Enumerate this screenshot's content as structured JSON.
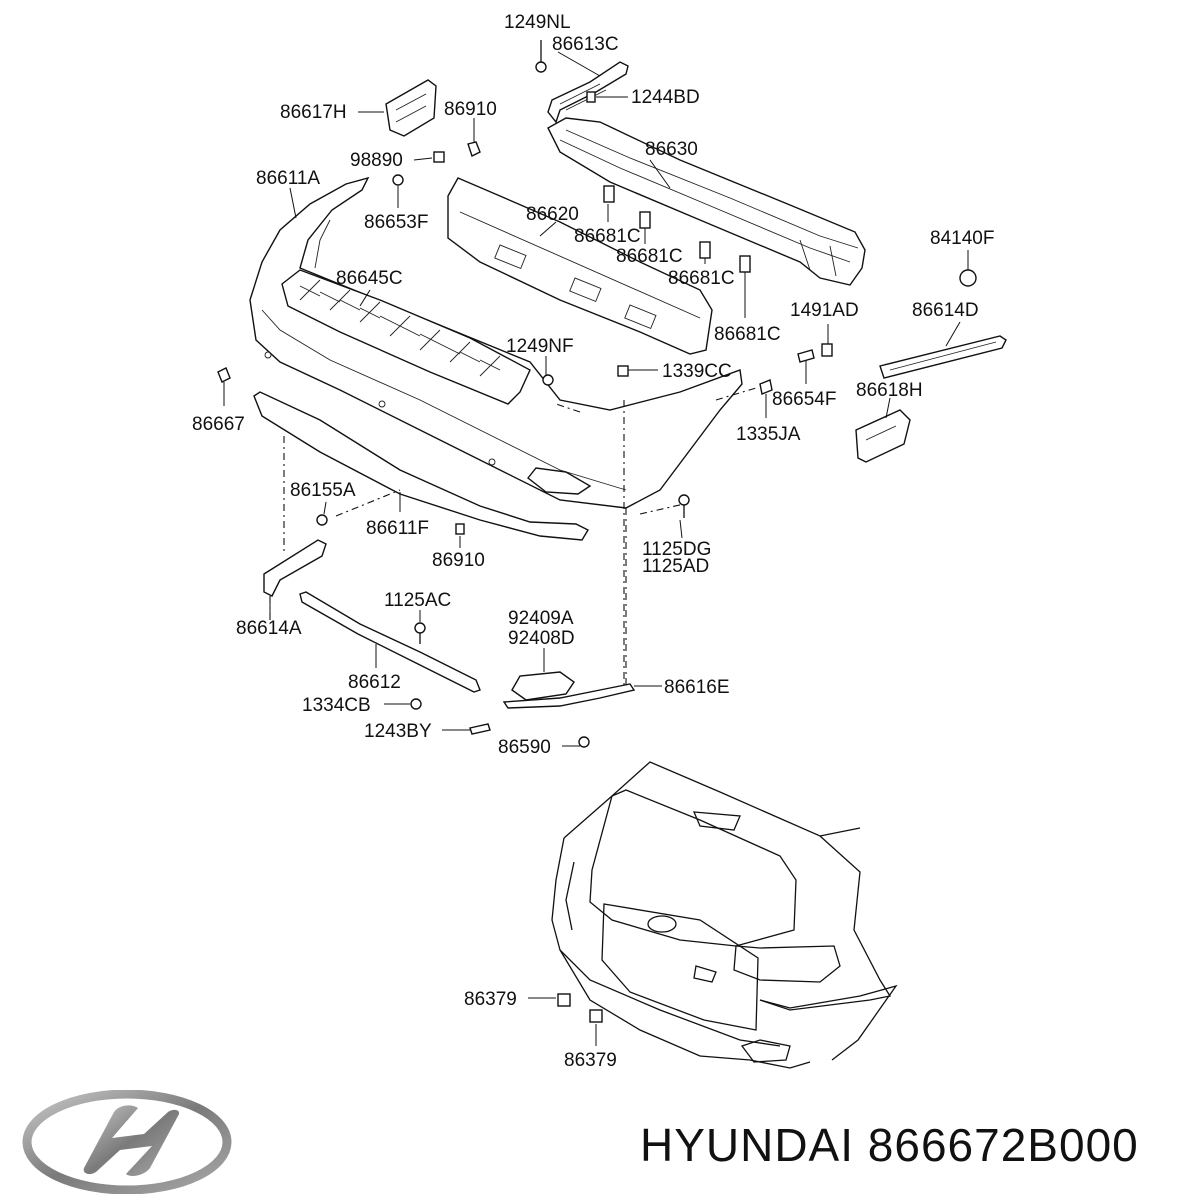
{
  "labels": {
    "p1249NL": "1249NL",
    "p86613C": "86613C",
    "p1244BD": "1244BD",
    "p86617H": "86617H",
    "p86910a": "86910",
    "p98890": "98890",
    "p86630": "86630",
    "p86611A": "86611A",
    "p86653F": "86653F",
    "p86620": "86620",
    "p86681C1": "86681C",
    "p86681C2": "86681C",
    "p86681C3": "86681C",
    "p86681C4": "86681C",
    "p84140F": "84140F",
    "p86645C": "86645C",
    "p1491AD": "1491AD",
    "p86614D": "86614D",
    "p1249NF": "1249NF",
    "p1339CC": "1339CC",
    "p86654F": "86654F",
    "p86618H": "86618H",
    "p86667": "86667",
    "p1335JA": "1335JA",
    "p86155A": "86155A",
    "p86611F": "86611F",
    "p86910b": "86910",
    "p1125DG": "1125DG",
    "p1125AD": "1125AD",
    "p1125AC": "1125AC",
    "p92409A": "92409A",
    "p92408D": "92408D",
    "p86614A": "86614A",
    "p86612": "86612",
    "p86616E": "86616E",
    "p1334CB": "1334CB",
    "p1243BY": "1243BY",
    "p86590": "86590",
    "p86379a": "86379",
    "p86379b": "86379"
  },
  "footer": {
    "text": "HYUNDAI 866672B000"
  },
  "logo": {
    "icon": "hyundai-logo-icon",
    "color": "#8a8a8a"
  }
}
